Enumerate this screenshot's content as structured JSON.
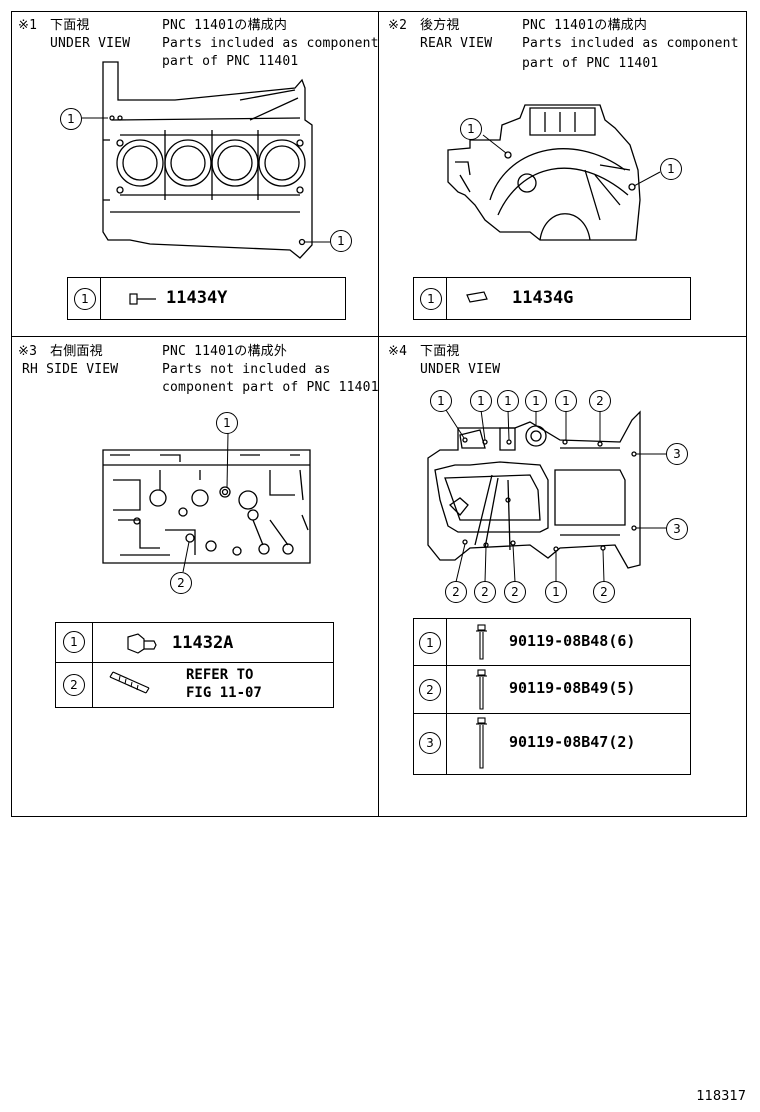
{
  "panels": [
    {
      "mark": "※1",
      "title_jp": "下面視",
      "title_en": "UNDER VIEW",
      "pnc_line": "PNC 11401の構成内",
      "note_line1": "Parts included as component",
      "note_line2": "part of PNC 11401",
      "callouts": [
        "1",
        "1"
      ],
      "parts": [
        {
          "index": "1",
          "number": "11434Y"
        }
      ]
    },
    {
      "mark": "※2",
      "title_jp": "後方視",
      "title_en": "REAR VIEW",
      "pnc_line": "PNC 11401の構成内",
      "note_line1": "Parts included as component",
      "note_line2": "part of PNC 11401",
      "callouts": [
        "1",
        "1"
      ],
      "parts": [
        {
          "index": "1",
          "number": "11434G"
        }
      ]
    },
    {
      "mark": "※3",
      "title_jp": "右側面視",
      "title_en": "RH SIDE VIEW",
      "pnc_line": "PNC 11401の構成外",
      "note_line1": "Parts not included as",
      "note_line2": "component part of PNC 11401",
      "callouts": [
        "1",
        "2"
      ],
      "parts": [
        {
          "index": "1",
          "number": "11432A"
        },
        {
          "index": "2",
          "number_line1": "REFER TO",
          "number_line2": "FIG 11-07"
        }
      ]
    },
    {
      "mark": "※4",
      "title_jp": "下面視",
      "title_en": "UNDER VIEW",
      "callouts_top": [
        "1",
        "1",
        "1",
        "1",
        "1",
        "2"
      ],
      "callouts_right": [
        "3",
        "3"
      ],
      "callouts_bottom": [
        "2",
        "2",
        "2",
        "1",
        "2"
      ],
      "parts": [
        {
          "index": "1",
          "number": "90119-08B48(6)"
        },
        {
          "index": "2",
          "number": "90119-08B49(5)"
        },
        {
          "index": "3",
          "number": "90119-08B47(2)"
        }
      ]
    }
  ],
  "doc_number": "118317"
}
